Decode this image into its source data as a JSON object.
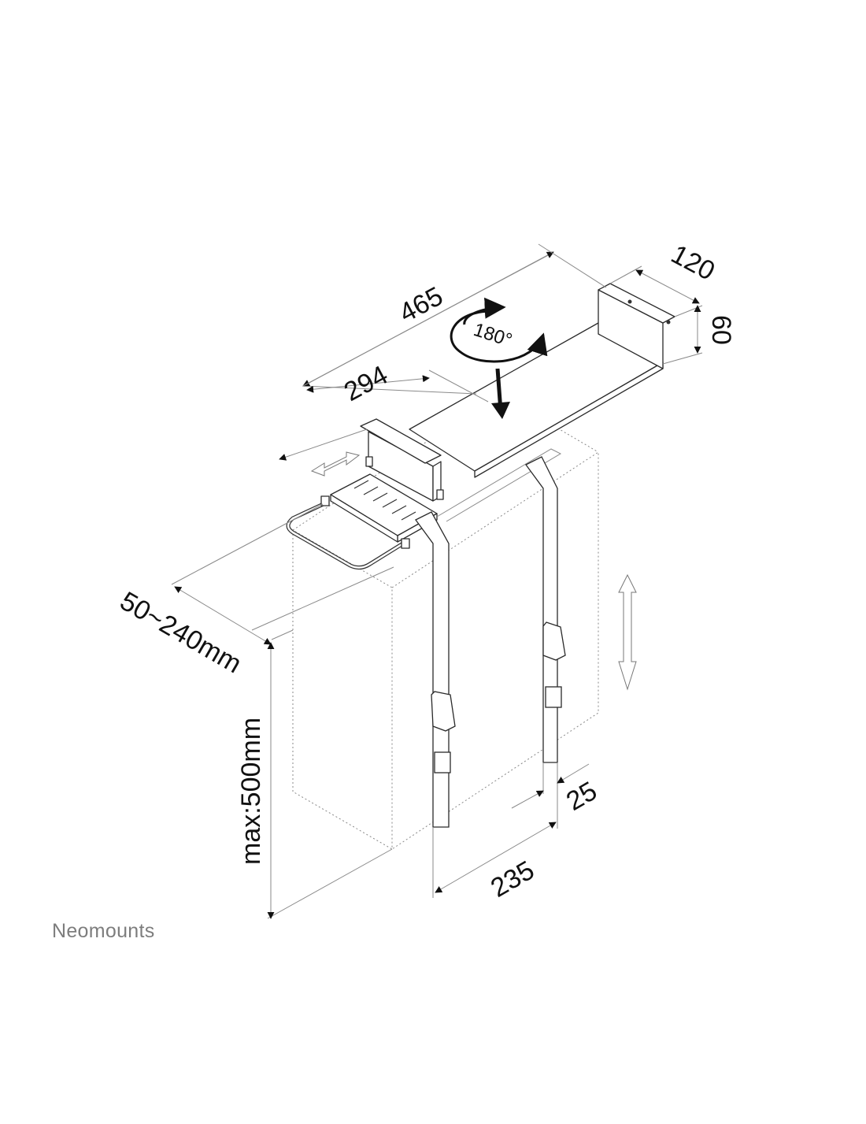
{
  "diagram": {
    "labels": {
      "length_total": "465",
      "length_inner": "294",
      "rotation": "180°",
      "depth": "120",
      "height_bracket": "60",
      "width_range": "50~240mm",
      "height_max": "max:500mm",
      "strap_width": "25",
      "strap_spacing": "235"
    }
  },
  "brand": {
    "name": "Neomounts"
  },
  "colors": {
    "line": "#2a2a2a",
    "dimension": "#8a8a8a",
    "brand": "#7d7d7d"
  }
}
